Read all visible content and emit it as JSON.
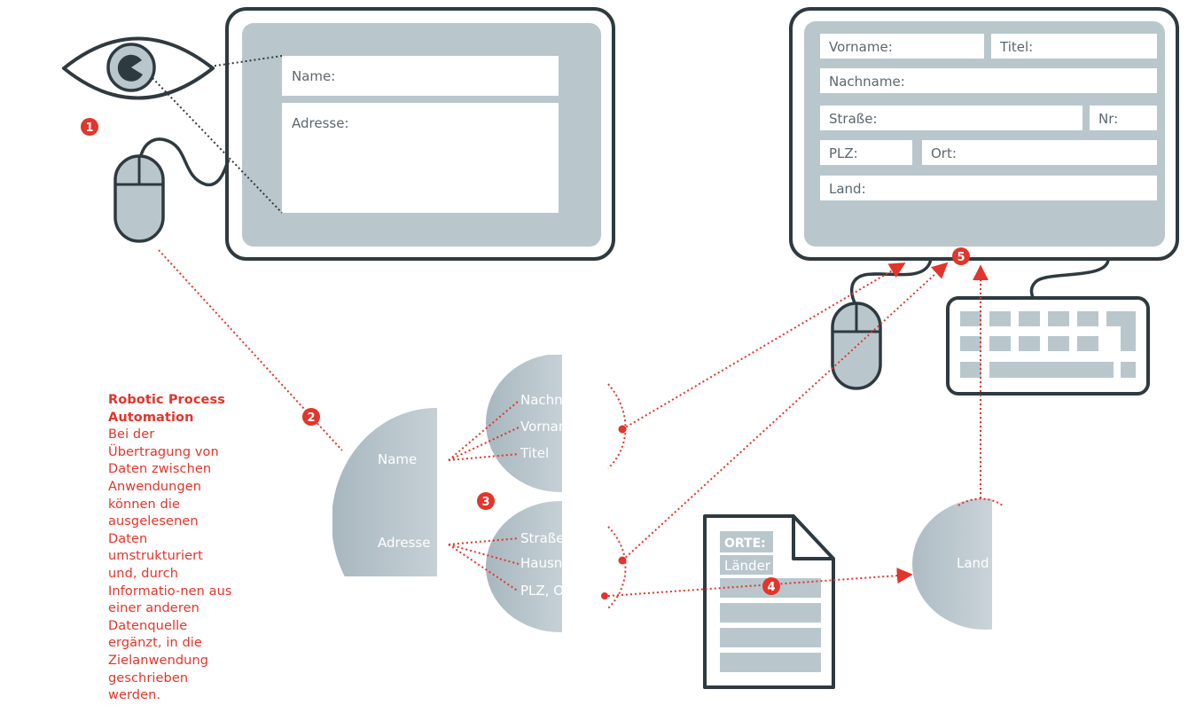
{
  "colors": {
    "accent": "#e2352b",
    "outline": "#2e3a40",
    "screen": "#b9c7cd",
    "node_grey": "#b7c3ca"
  },
  "source_screen": {
    "field_name": "Name:",
    "field_address": "Adresse:"
  },
  "target_screen": {
    "vorname": "Vorname:",
    "titel": "Titel:",
    "nachname": "Nachname:",
    "strasse": "Straße:",
    "nr": "Nr:",
    "plz": "PLZ:",
    "ort": "Ort:",
    "land": "Land:"
  },
  "nodes": {
    "name": "Name",
    "adresse": "Adresse",
    "nachname": "Nachname",
    "vorname": "Vorname",
    "titel": "Titel",
    "strasse": "Straße",
    "hausnr": "Hausnr.",
    "plz_ort": "PLZ, Ort",
    "land": "Land"
  },
  "datasource": {
    "header": "ORTE:",
    "row1": "Länder"
  },
  "steps": [
    "1",
    "2",
    "3",
    "4",
    "5"
  ],
  "side_text": {
    "title": "Robotic Process Automation",
    "body": "Bei der Übertragung von Daten zwischen Anwendungen können die ausgelesenen Daten umstrukturiert und, durch Informatio-nen aus einer anderen Datenquelle ergänzt, in die Zielanwendung geschrieben werden."
  }
}
